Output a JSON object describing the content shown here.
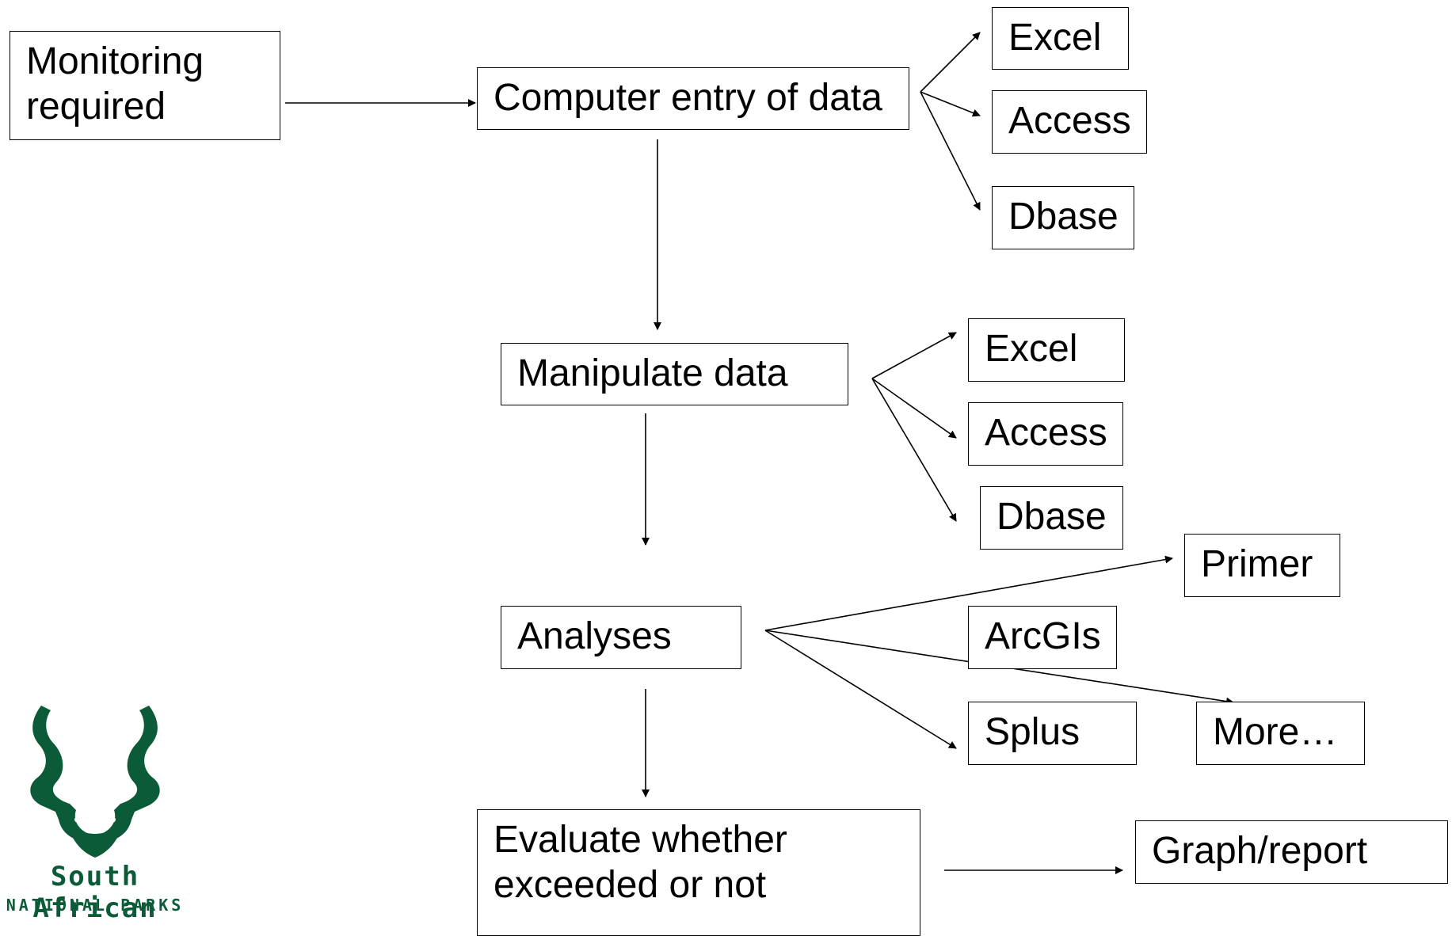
{
  "nodes": {
    "monitoring": "Monitoring\nrequired",
    "computer_entry": "Computer entry of data",
    "entry_excel": "Excel",
    "entry_access": "Access",
    "entry_dbase": "Dbase",
    "manipulate": "Manipulate data",
    "manip_excel": "Excel",
    "manip_access": "Access",
    "manip_dbase": "Dbase",
    "analyses": "Analyses",
    "primer": "Primer",
    "arcgis": "ArcGIs",
    "splus": "Splus",
    "more": "More…",
    "evaluate": "Evaluate whether\nexceeded or not",
    "graph_report": "Graph/report"
  },
  "logo": {
    "line1": "South African",
    "line2": "NATIONAL PARKS",
    "color": "#0b5a38"
  },
  "colors": {
    "stroke": "#000000",
    "background": "#ffffff"
  }
}
